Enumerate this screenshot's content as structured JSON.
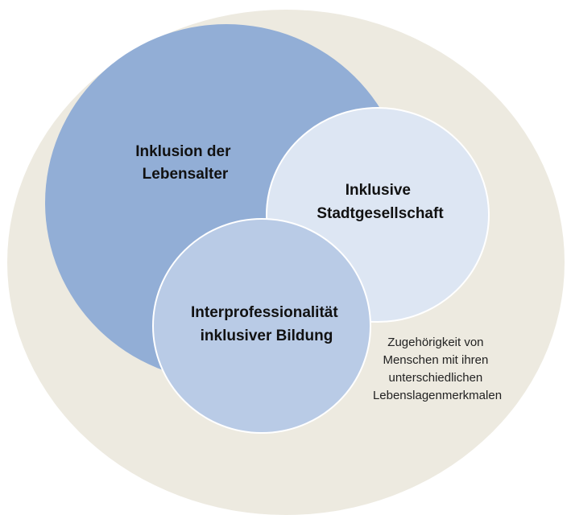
{
  "diagram": {
    "outer": {
      "note_lines": [
        "Zugehörigkeit von",
        "Menschen mit ihren",
        "unterschiedlichen",
        "Lebenslagenmerkmalen"
      ]
    },
    "circles": [
      {
        "id": "lebensalter",
        "label_lines": [
          "Inklusion der",
          "Lebensalter"
        ]
      },
      {
        "id": "stadtgesellschaft",
        "label_lines": [
          "Inklusive",
          "Stadtgesellschaft"
        ]
      },
      {
        "id": "bildung",
        "label_lines": [
          "Interprofessionalität",
          "inklusiver Bildung"
        ]
      }
    ]
  },
  "colors": {
    "outer_fill": "#edeae0",
    "lebensalter_fill": "#92aed6",
    "stadtgesellschaft_fill": "#dde6f3",
    "bildung_fill": "#b9cbe6",
    "circle_stroke": "#ffffff"
  }
}
